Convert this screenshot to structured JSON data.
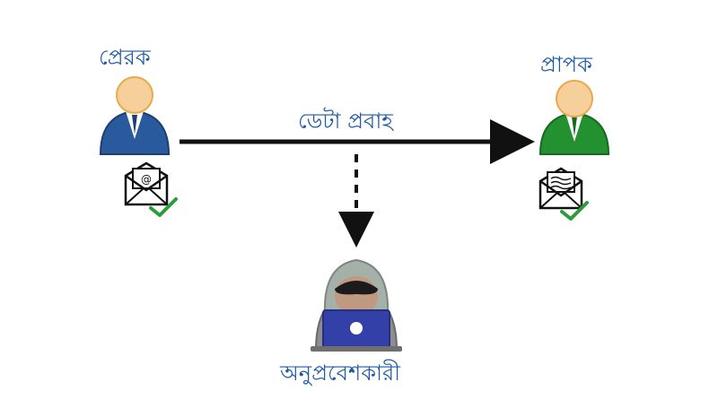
{
  "labels": {
    "sender": "প্রেরক",
    "receiver": "প্রাপক",
    "data_flow": "ডেটা প্রবাহ",
    "intruder": "অনুপ্রবেশকারী"
  },
  "icons": {
    "sender": "person-icon",
    "receiver": "person-icon",
    "intruder": "hacker-icon",
    "sender_mail": "email-open-at-icon",
    "receiver_mail": "email-open-letter-icon",
    "check": "checkmark-icon"
  },
  "colors": {
    "label_text": "#1f5aa6",
    "sender_body": "#2a5a9e",
    "receiver_body": "#23912f",
    "skin": "#f6cf9a",
    "arrow": "#111111",
    "check": "#2e9c3a",
    "intruder_laptop": "#3340a8"
  }
}
